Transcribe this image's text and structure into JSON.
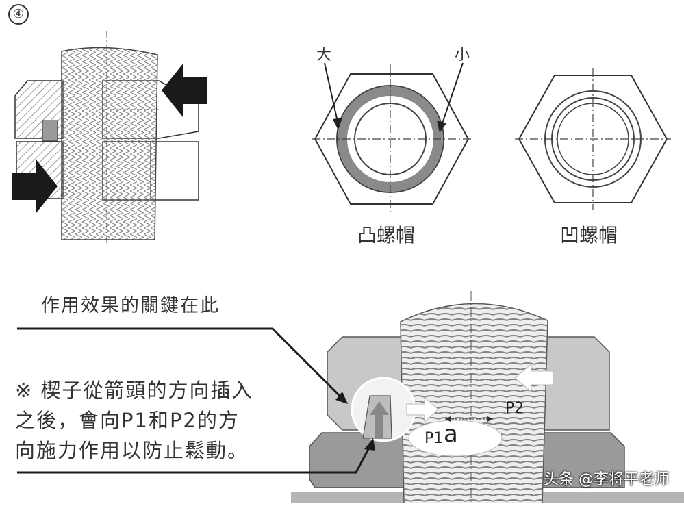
{
  "panel_number": "④",
  "top_right": {
    "big_label": "大",
    "small_label": "小",
    "convex_nut_label": "凸螺帽",
    "concave_nut_label": "凹螺帽"
  },
  "bottom": {
    "key_label": "作用效果的關鍵在此",
    "note_lines": [
      "※ 楔子從箭頭的方向插入",
      "之後，會向P1和P2的方",
      "向施力作用以防止鬆動。"
    ],
    "p1_label": "P1",
    "a_label": "a",
    "p2_label": "P2"
  },
  "watermark": "头条 @李将平老师",
  "colors": {
    "line": "#333333",
    "arrow_dark": "#1a1a1a",
    "gray_fill": "#9a9a9a",
    "light_gray": "#c8c8c8",
    "hatch": "#777777"
  }
}
